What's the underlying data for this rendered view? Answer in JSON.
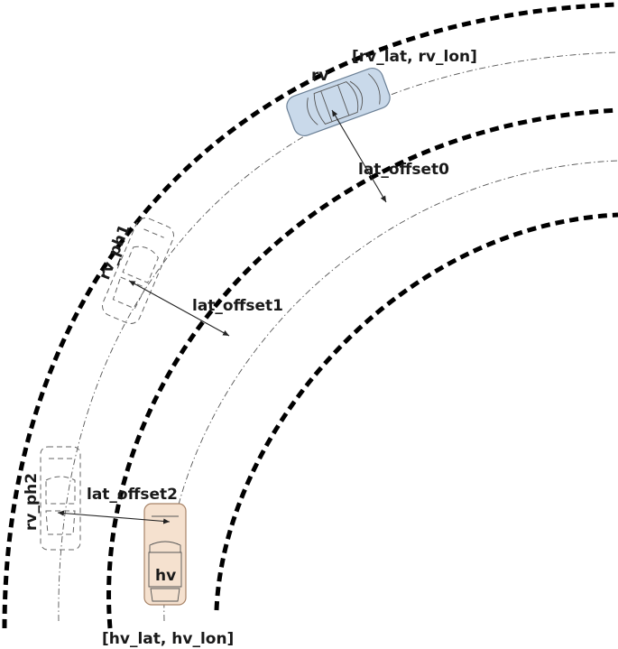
{
  "labels": {
    "rv": "rv",
    "rv_coords": "[rv_lat, rv_lon]",
    "lat_offset0": "lat_offset0",
    "rv_ph1": "rv_ph1",
    "lat_offset1": "lat_offset1",
    "rv_ph2": "rv_ph2",
    "lat_offset2": "lat_offset2",
    "hv": "hv",
    "hv_coords": "[hv_lat, hv_lon]"
  },
  "colors": {
    "rv_fill": "#c9d9ea",
    "rv_stroke": "#6a7f95",
    "hv_fill": "#f5e1cf",
    "hv_stroke": "#a88468"
  }
}
